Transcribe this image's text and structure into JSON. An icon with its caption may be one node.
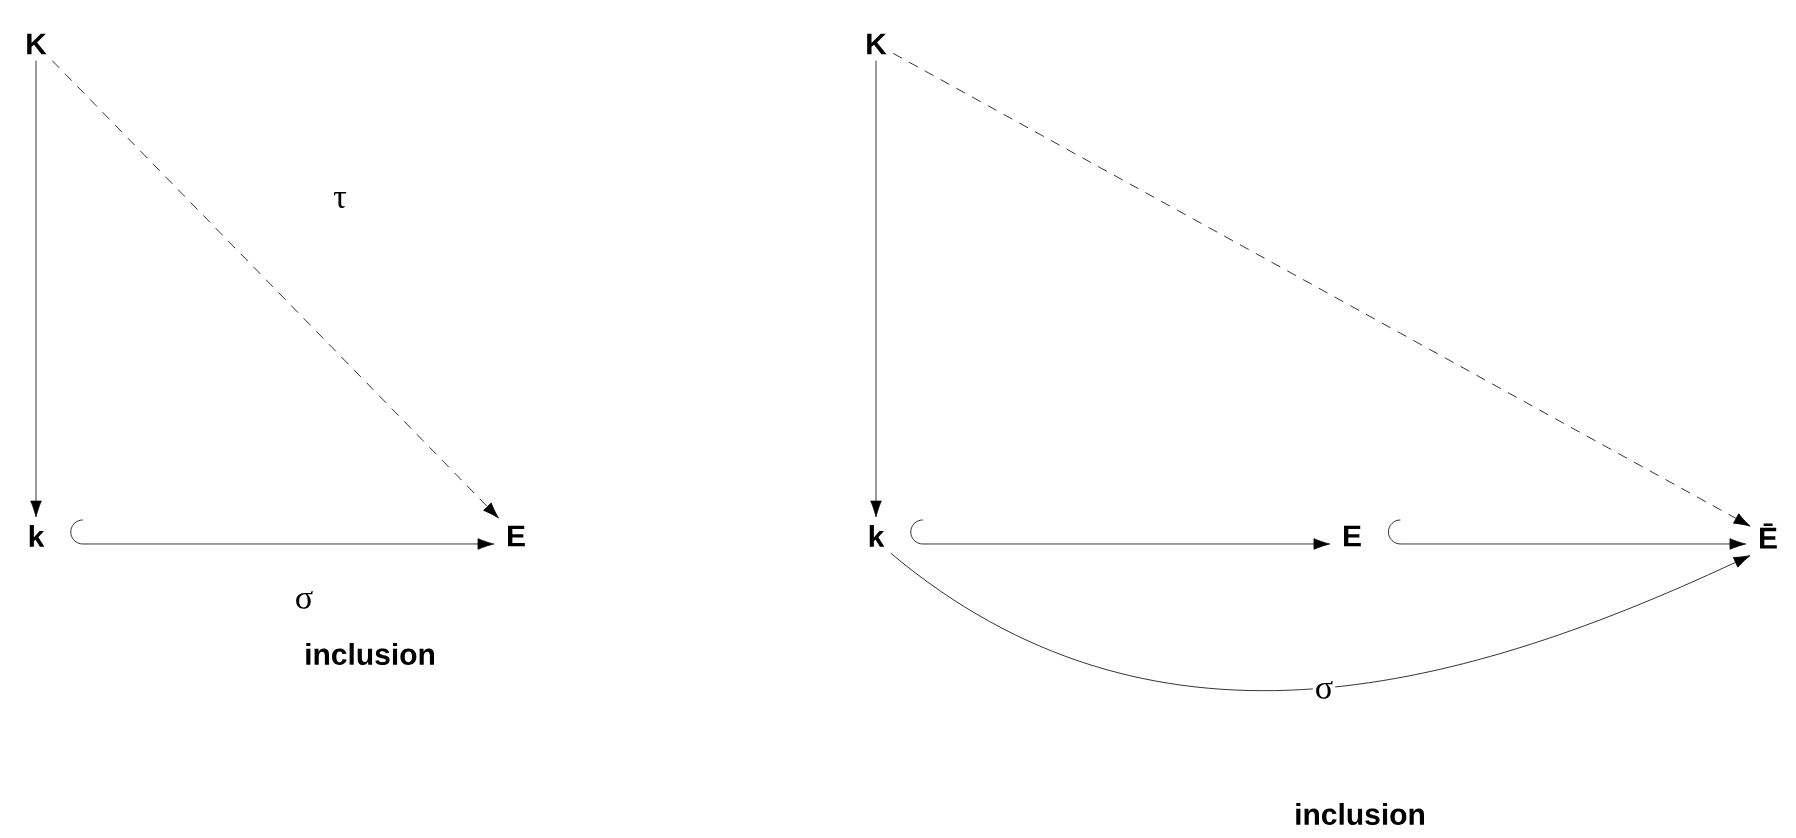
{
  "diagram": {
    "nodes": [
      {
        "text": [
          "K"
        ]
      },
      {
        "text": [
          "k"
        ]
      },
      {
        "text": [
          "E"
        ]
      },
      {
        "text": [
          "K"
        ]
      },
      {
        "text": [
          "k"
        ]
      },
      {
        "text": [
          "E"
        ]
      },
      {
        "text": [
          "Ē"
        ]
      }
    ],
    "edges": [
      {
        "from": 0,
        "to": 1,
        "arrow": "to"
      },
      {
        "from": 0,
        "to": 2,
        "arrow": "to",
        "style": "dashed",
        "label": "τ"
      },
      {
        "from": 1,
        "to": 2,
        "arrow": "to",
        "label": "σ"
      },
      {
        "from": 3,
        "to": 4,
        "arrow": "to"
      },
      {
        "from": 3,
        "to": 6,
        "arrow": "to",
        "style": "dashed"
      },
      {
        "from": 4,
        "to": 5,
        "arrow": "to"
      },
      {
        "from": 5,
        "to": 6,
        "arrow": "to"
      },
      {
        "from": 4,
        "to": 6,
        "arrow": "to",
        "label": "σ"
      }
    ],
    "labels": [
      "inclusion",
      "inclusion"
    ]
  }
}
